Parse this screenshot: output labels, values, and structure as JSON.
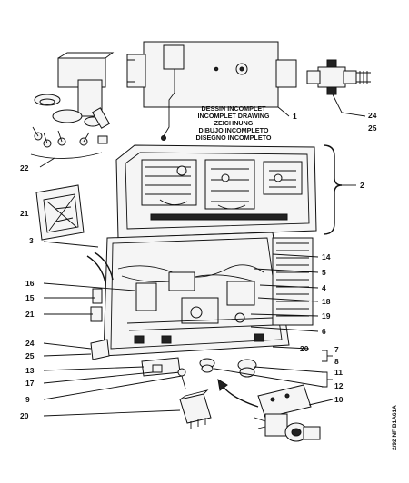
{
  "incomplete_note": {
    "lines": [
      "DESSIN INCOMPLET",
      "INCOMPLET DRAWING",
      "ZEICHNUNG",
      "DIBUJO INCOMPLETO",
      "DISEGNO INCOMPLETO"
    ]
  },
  "drawing_code": "2/92 NF B1A61A",
  "callouts": {
    "c1": "1",
    "c2": "2",
    "c3": "3",
    "c4": "4",
    "c5": "5",
    "c6": "6",
    "c7": "7",
    "c8": "8",
    "c9": "9",
    "c10": "10",
    "c11": "11",
    "c12": "12",
    "c13": "13",
    "c14": "14",
    "c15": "15",
    "c16": "16",
    "c17": "17",
    "c18": "18",
    "c19": "19",
    "c20a": "20",
    "c20b": "20",
    "c21a": "21",
    "c21b": "21",
    "c22": "22",
    "c24a": "24",
    "c24b": "24",
    "c25a": "25",
    "c25b": "25"
  }
}
